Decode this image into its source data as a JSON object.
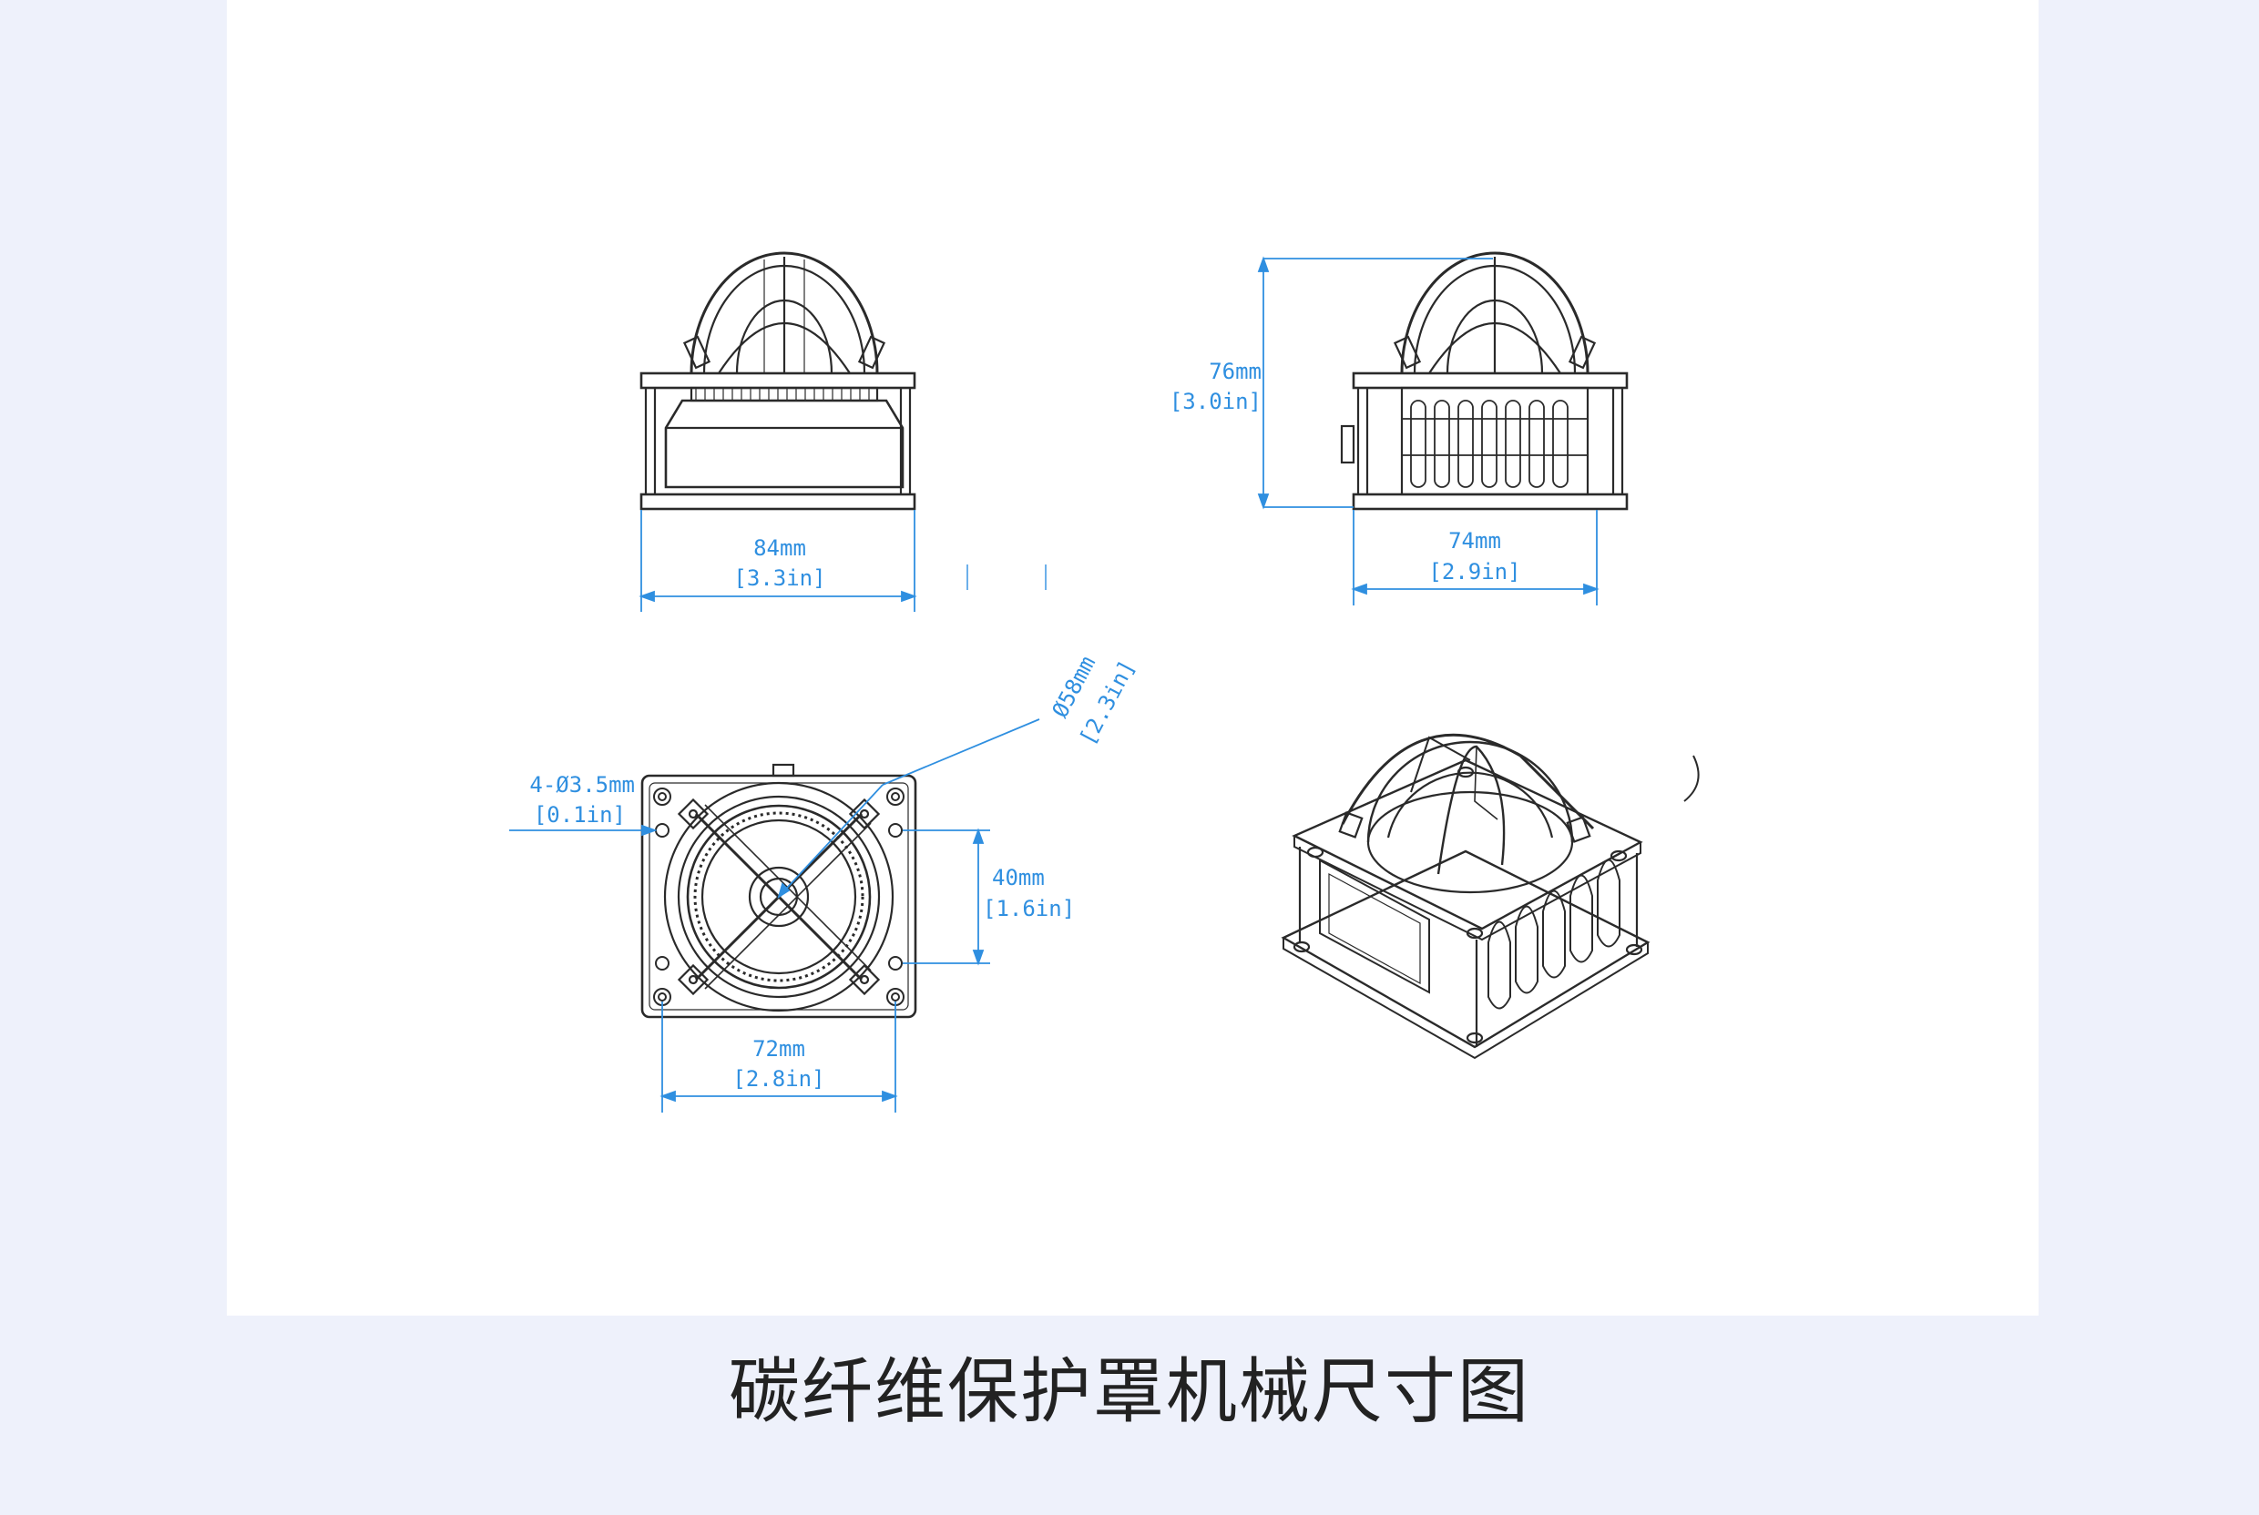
{
  "caption": "碳纤维保护罩机械尺寸图",
  "dimensions": {
    "front_width": {
      "mm": "84mm",
      "in": "[3.3in]"
    },
    "side_height": {
      "mm": "76mm",
      "in": "[3.0in]"
    },
    "side_width": {
      "mm": "74mm",
      "in": "[2.9in]"
    },
    "dome_diameter": {
      "mm": "Ø58mm",
      "in": "[2.3in]"
    },
    "hole_spec": {
      "mm": "4-Ø3.5mm",
      "in": "[0.1in]"
    },
    "hole_spacing": {
      "mm": "40mm",
      "in": "[1.6in]"
    },
    "top_width": {
      "mm": "72mm",
      "in": "[2.8in]"
    }
  },
  "colors": {
    "dimension": "#2f8fe0",
    "line": "#2a2a2a",
    "background": "#eef1fb"
  }
}
